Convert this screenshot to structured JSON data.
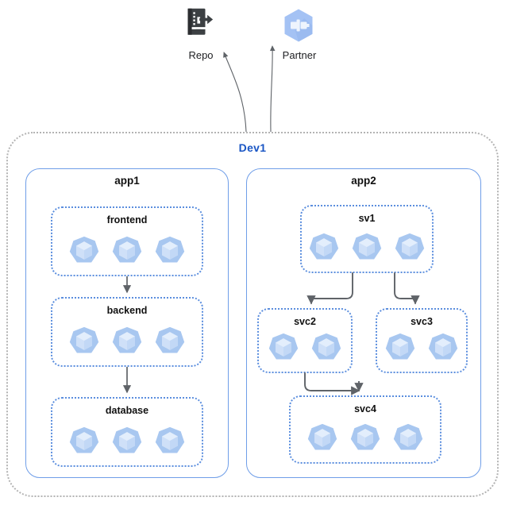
{
  "diagram": {
    "type": "architecture-diagram",
    "title": "Dev1",
    "external_nodes": [
      {
        "id": "repo",
        "label": "Repo",
        "icon": "repo-icon",
        "color": "#3c4043"
      },
      {
        "id": "partner",
        "label": "Partner",
        "icon": "partner-hexagon-icon",
        "color": "#8ab4f8"
      }
    ],
    "environment": {
      "label": "Dev1",
      "label_color": "#1a56c4",
      "border_style": "dotted",
      "border_color": "#b3b3b3"
    },
    "apps": [
      {
        "id": "app1",
        "label": "app1",
        "border_color": "#6f9ee8",
        "services": [
          {
            "id": "frontend",
            "label": "frontend",
            "pods": 3
          },
          {
            "id": "backend",
            "label": "backend",
            "pods": 3
          },
          {
            "id": "database",
            "label": "database",
            "pods": 3
          }
        ]
      },
      {
        "id": "app2",
        "label": "app2",
        "border_color": "#6f9ee8",
        "services": [
          {
            "id": "sv1",
            "label": "sv1",
            "pods": 3
          },
          {
            "id": "svc2",
            "label": "svc2",
            "pods": 2
          },
          {
            "id": "svc3",
            "label": "svc3",
            "pods": 2
          },
          {
            "id": "svc4",
            "label": "svc4",
            "pods": 3
          }
        ]
      }
    ],
    "edges": [
      {
        "from": "frontend",
        "to": "backend",
        "style": "solid-arrow"
      },
      {
        "from": "backend",
        "to": "database",
        "style": "solid-arrow"
      },
      {
        "from": "sv1",
        "to": "svc2",
        "style": "elbow-arrow"
      },
      {
        "from": "sv1",
        "to": "svc3",
        "style": "elbow-arrow"
      },
      {
        "from": "svc2",
        "to": "svc4",
        "style": "elbow-arrow"
      },
      {
        "from": "Dev1",
        "to": "repo",
        "style": "curved-arrow"
      },
      {
        "from": "Dev1",
        "to": "partner",
        "style": "curved-arrow"
      }
    ],
    "colors": {
      "pod_fill": "#a8c7f0",
      "pod_cube": "#cfe0f8",
      "service_border": "#5b8ede",
      "app_border": "#6f9ee8",
      "env_border": "#b3b3b3",
      "arrow": "#5f6368",
      "title": "#1a56c4"
    }
  }
}
